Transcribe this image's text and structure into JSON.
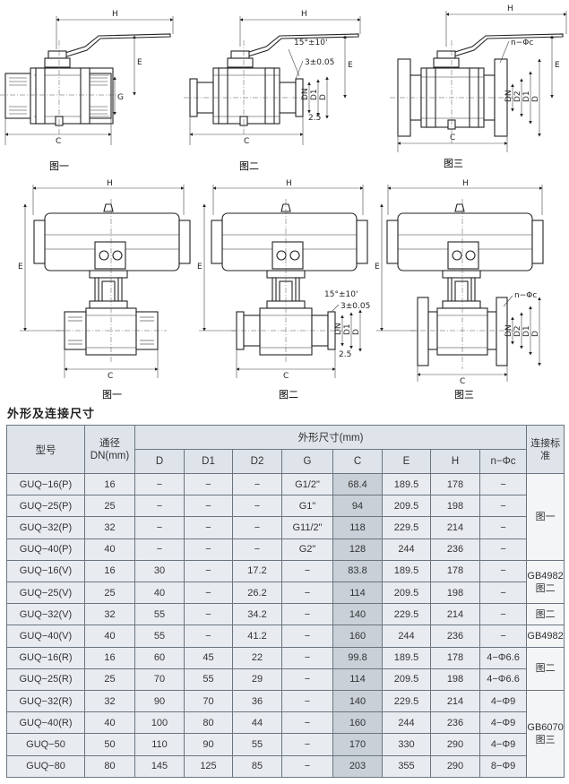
{
  "figures": {
    "top": [
      {
        "caption": "图一",
        "labels": {
          "H": "H",
          "E": "E",
          "G": "G",
          "C": "C"
        }
      },
      {
        "caption": "图二",
        "labels": {
          "H": "H",
          "E": "E",
          "angle": "15°±10'",
          "tol": "3±0.05",
          "DN": "DN",
          "D1": "D1",
          "D": "D",
          "C": "C",
          "t": "2.5"
        }
      },
      {
        "caption": "图三",
        "labels": {
          "H": "H",
          "E": "E",
          "nphi": "n−Φc",
          "DN": "DN",
          "D2": "D2",
          "D1": "D1",
          "D": "D",
          "C": "C"
        }
      }
    ],
    "bottom": [
      {
        "caption": "图一",
        "labels": {
          "H": "H",
          "E": "E",
          "C": "C"
        }
      },
      {
        "caption": "图二",
        "labels": {
          "H": "H",
          "E": "E",
          "angle": "15°±10'",
          "tol": "3±0.05",
          "DN": "DN",
          "D1": "D1",
          "D": "D",
          "C": "C",
          "t": "2.5"
        }
      },
      {
        "caption": "图三",
        "labels": {
          "H": "H",
          "E": "E",
          "nphi": "n−Φc",
          "DN": "DN",
          "D2": "D2",
          "D1": "D1",
          "D": "D",
          "C": "C"
        }
      }
    ]
  },
  "section_title": "外形及连接尺寸",
  "table": {
    "headers": {
      "model": "型号",
      "dn": "通径DN(mm)",
      "group": "外形尺寸(mm)",
      "cols": [
        "D",
        "D1",
        "D2",
        "G",
        "C",
        "E",
        "H",
        "n−Φc"
      ],
      "standard": "连接标准"
    },
    "rows": [
      [
        "GUQ−16(P)",
        "16",
        "−",
        "−",
        "−",
        "G1/2\"",
        "68.4",
        "189.5",
        "178",
        "−"
      ],
      [
        "GUQ−25(P)",
        "25",
        "−",
        "−",
        "−",
        "G1\"",
        "94",
        "209.5",
        "198",
        "−"
      ],
      [
        "GUQ−32(P)",
        "32",
        "−",
        "−",
        "−",
        "G11/2\"",
        "118",
        "229.5",
        "214",
        "−"
      ],
      [
        "GUQ−40(P)",
        "40",
        "−",
        "−",
        "−",
        "G2\"",
        "128",
        "244",
        "236",
        "−"
      ],
      [
        "GUQ−16(V)",
        "16",
        "30",
        "−",
        "17.2",
        "−",
        "83.8",
        "189.5",
        "178",
        "−"
      ],
      [
        "GUQ−25(V)",
        "25",
        "40",
        "−",
        "26.2",
        "−",
        "114",
        "209.5",
        "198",
        "−"
      ],
      [
        "GUQ−32(V)",
        "32",
        "55",
        "−",
        "34.2",
        "−",
        "140",
        "229.5",
        "214",
        "−"
      ],
      [
        "GUQ−40(V)",
        "40",
        "55",
        "−",
        "41.2",
        "−",
        "160",
        "244",
        "236",
        "−"
      ],
      [
        "GUQ−16(R)",
        "16",
        "60",
        "45",
        "22",
        "−",
        "99.8",
        "189.5",
        "178",
        "4−Φ6.6"
      ],
      [
        "GUQ−25(R)",
        "25",
        "70",
        "55",
        "29",
        "−",
        "114",
        "209.5",
        "198",
        "4−Φ6.6"
      ],
      [
        "GUQ−32(R)",
        "32",
        "90",
        "70",
        "36",
        "−",
        "140",
        "229.5",
        "214",
        "4−Φ9"
      ],
      [
        "GUQ−40(R)",
        "40",
        "100",
        "80",
        "44",
        "−",
        "160",
        "244",
        "236",
        "4−Φ9"
      ],
      [
        "GUQ−50",
        "50",
        "110",
        "90",
        "55",
        "−",
        "170",
        "330",
        "290",
        "4−Φ9"
      ],
      [
        "GUQ−80",
        "80",
        "145",
        "125",
        "85",
        "−",
        "203",
        "355",
        "290",
        "8−Φ9"
      ]
    ],
    "standards": {
      "p": "图一",
      "v_line1": "GB4982",
      "v_line2": "图二",
      "v_line3": "图二",
      "v_line4": "GB4982",
      "r_line1": "图二",
      "r_line2": "GB6070",
      "r_line3": "图三"
    }
  }
}
